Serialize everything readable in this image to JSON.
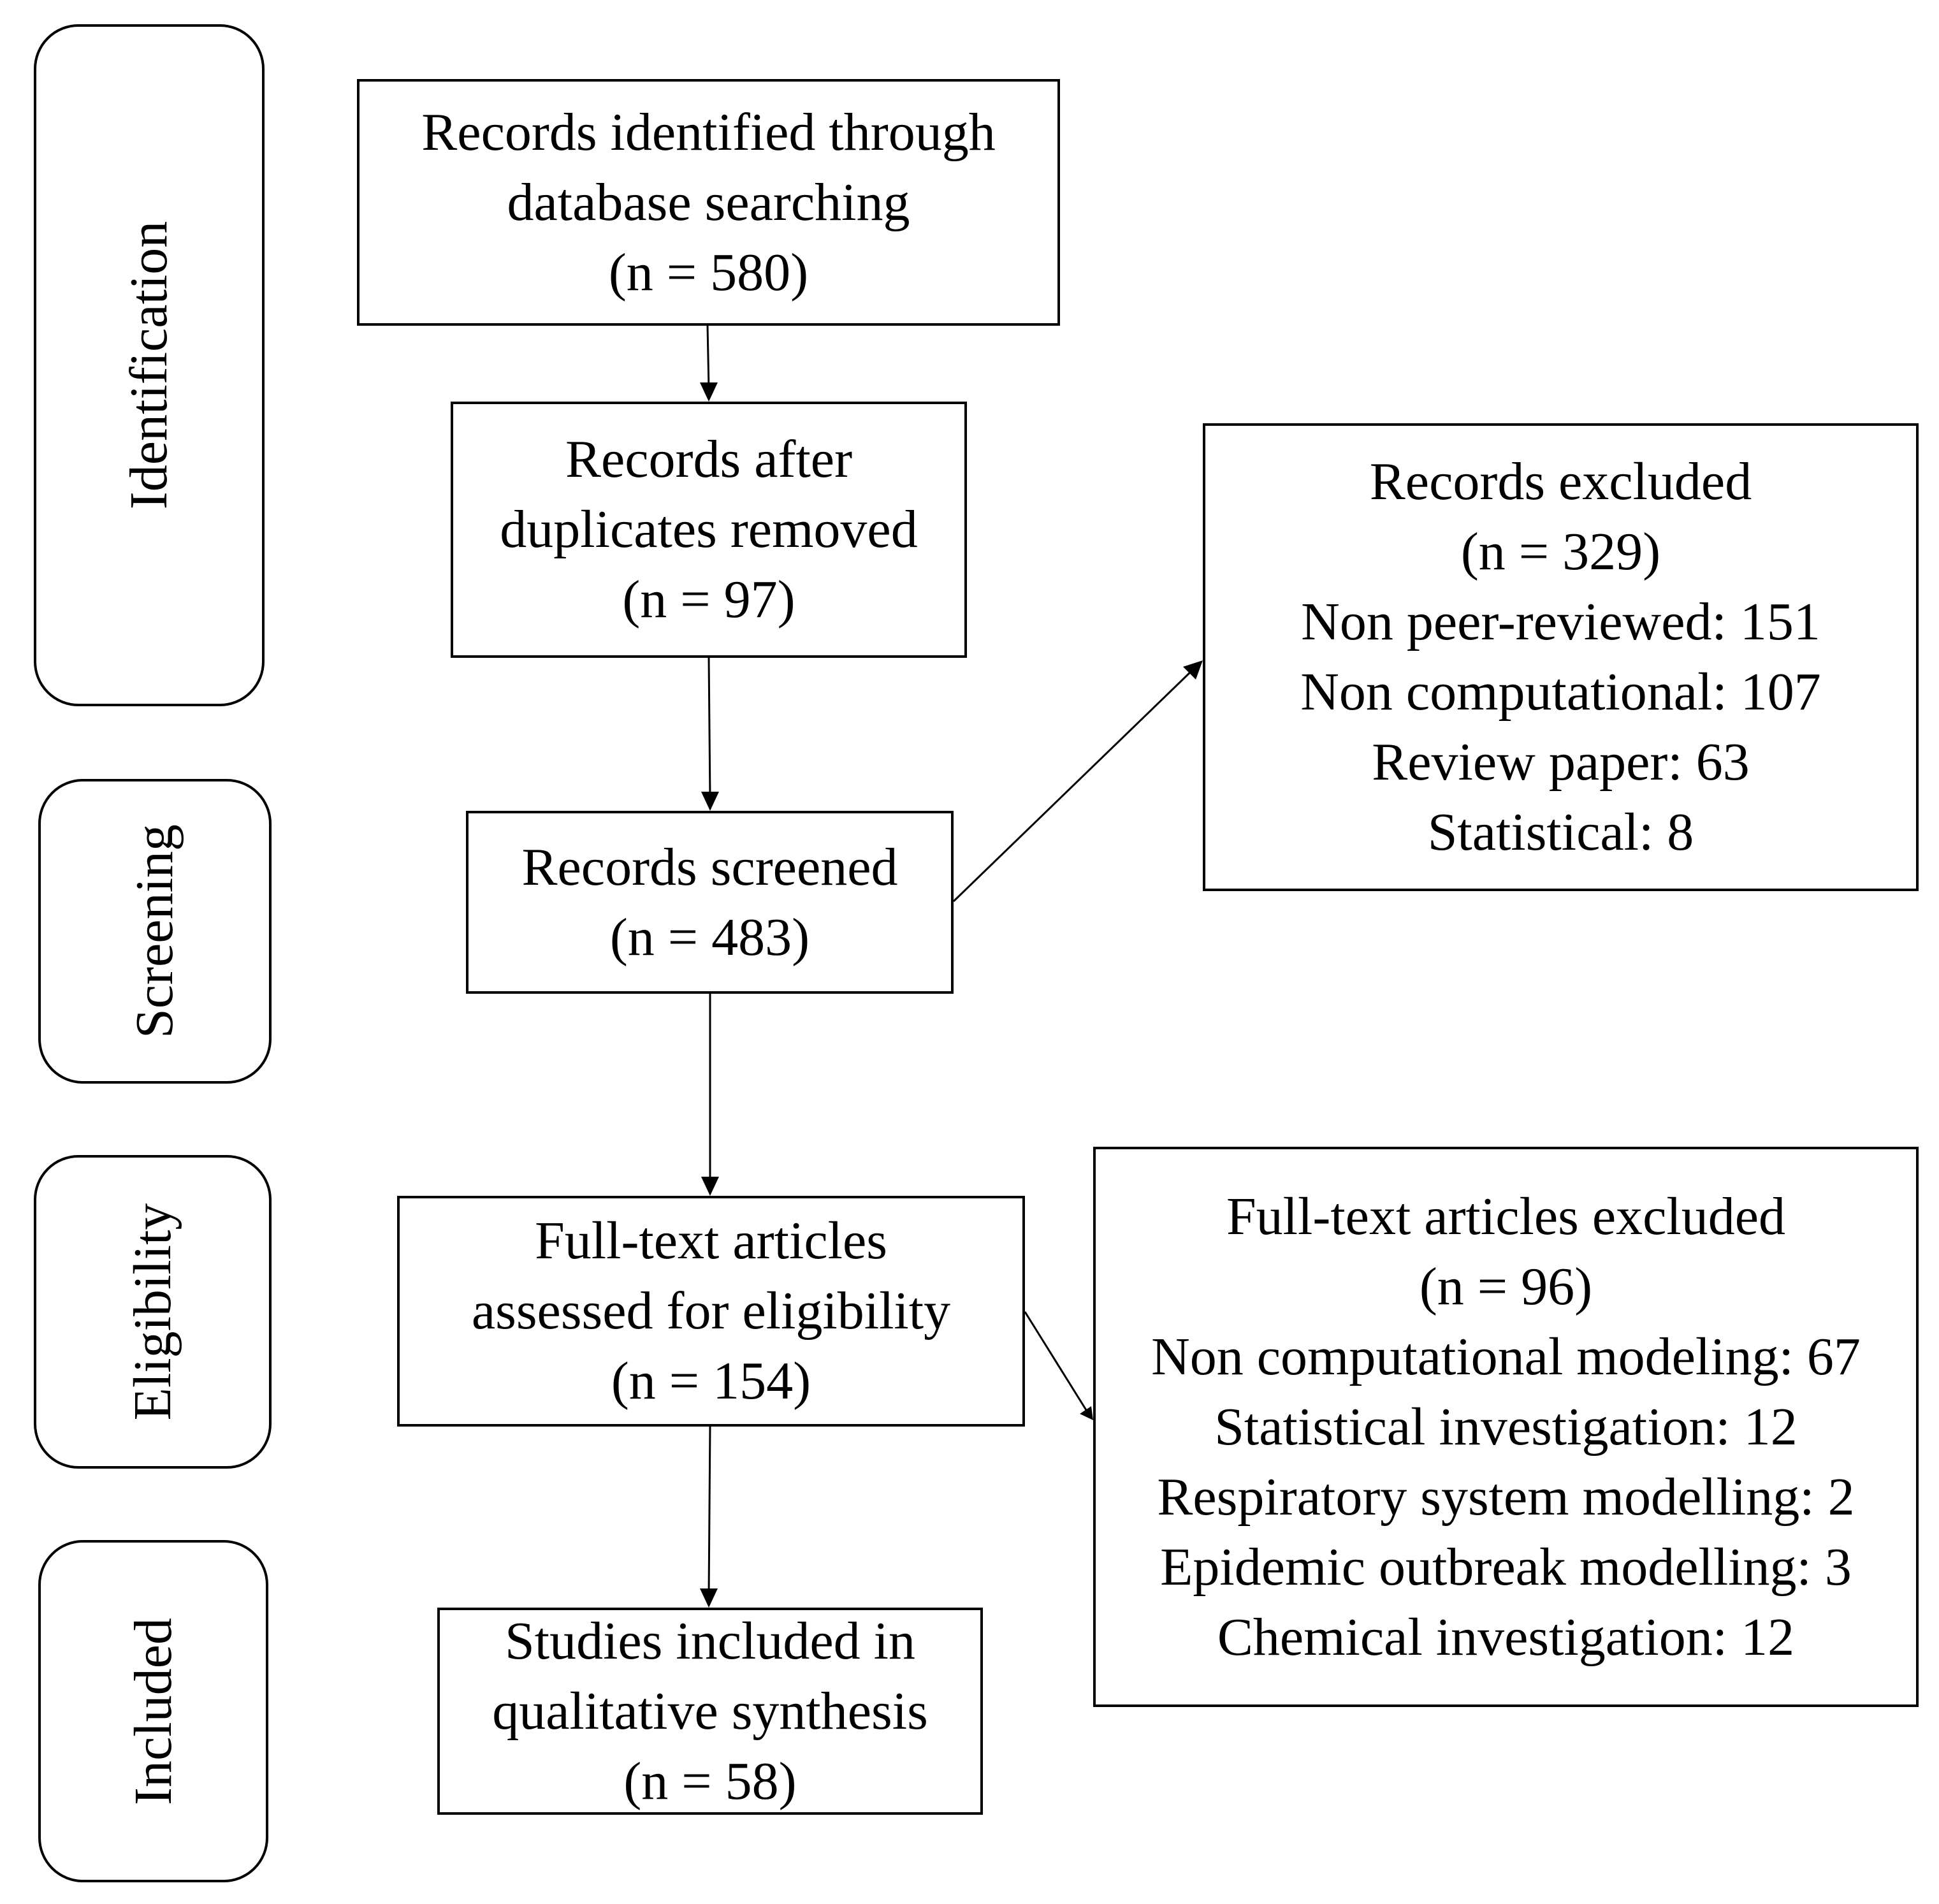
{
  "phases": {
    "identification": "Identification",
    "screening": "Screening",
    "eligibility": "Eligibility",
    "included": "Included"
  },
  "boxes": {
    "identified": [
      "Records identified through",
      "database searching",
      "(n = 580)"
    ],
    "after_duplicates": [
      "Records after",
      "duplicates removed",
      "(n = 97)"
    ],
    "screened": [
      "Records screened",
      "(n = 483)"
    ],
    "records_excluded": [
      "Records excluded",
      "(n = 329)",
      "Non peer-reviewed: 151",
      "Non computational: 107",
      "Review paper: 63",
      "Statistical: 8"
    ],
    "full_text_assessed": [
      "Full-text articles",
      "assessed for eligibility",
      "(n = 154)"
    ],
    "full_text_excluded": [
      "Full-text articles excluded",
      "(n = 96)",
      "Non computational modeling: 67",
      "Statistical investigation: 12",
      "Respiratory system modelling: 2",
      "Epidemic outbreak modelling: 3",
      "Chemical investigation: 12"
    ],
    "included_studies": [
      "Studies included in",
      "qualitative synthesis",
      "(n = 58)"
    ]
  }
}
